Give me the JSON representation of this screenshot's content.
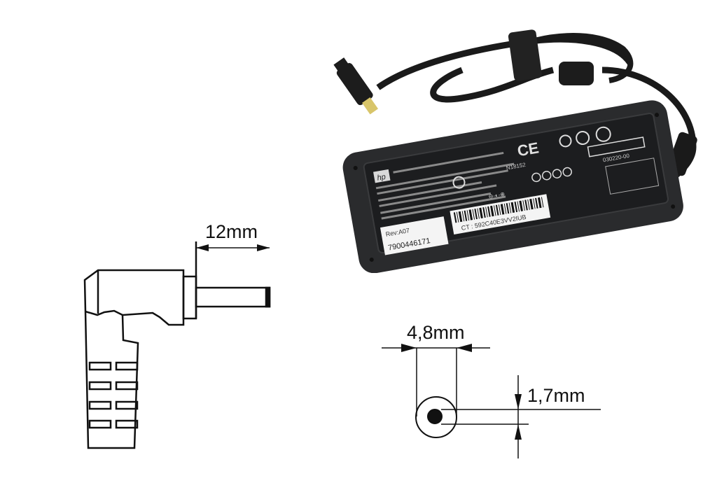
{
  "product": {
    "brand_logo": "hp",
    "label": {
      "rev": "Rev:A07",
      "part_number": "7900446171",
      "ct_serial": "CT : 592C40E3VV2IUB",
      "cert_code": "N18152",
      "safety_code": "030220-00",
      "polarity_symbol": "⊖-◐-⊕"
    },
    "colors": {
      "body": "#2a2b2d",
      "label_panel": "#1c1d1f",
      "sticker": "#f4f4f4",
      "line_drawing": "#111111"
    }
  },
  "dimensions": {
    "plug_length": "12mm",
    "outer_diameter": "4,8mm",
    "inner_diameter": "1,7mm"
  }
}
